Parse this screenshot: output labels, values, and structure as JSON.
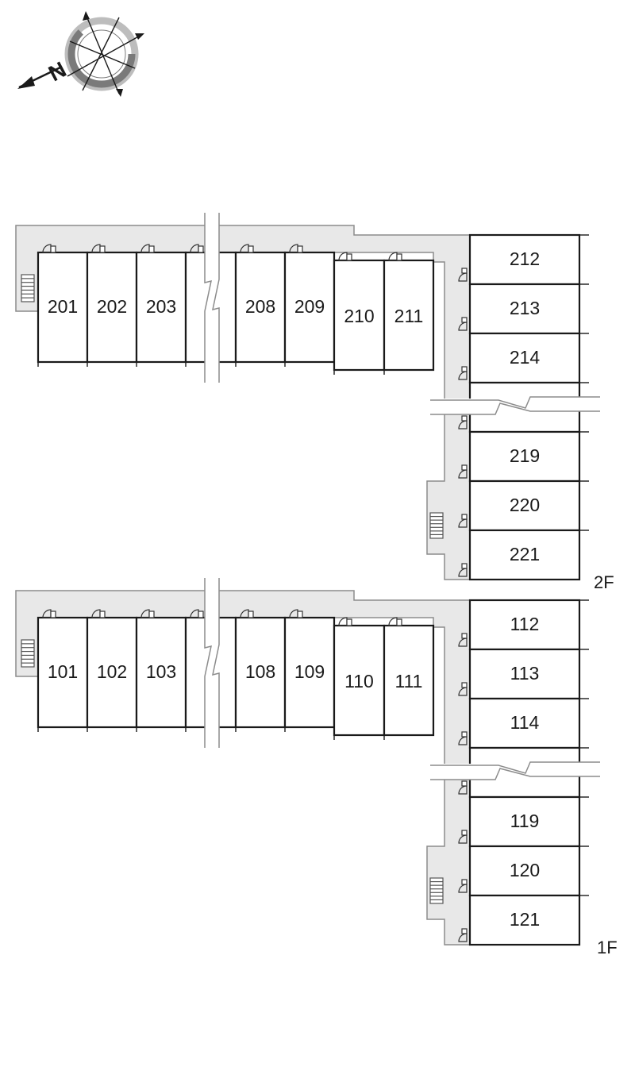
{
  "compass": {
    "north_letter": "N"
  },
  "floors": [
    {
      "id": "2F",
      "label": "2F",
      "top_row": [
        "201",
        "202",
        "203",
        "",
        "208",
        "209",
        "210",
        "211"
      ],
      "right_column": [
        "212",
        "213",
        "214",
        "",
        "219",
        "220",
        "221"
      ]
    },
    {
      "id": "1F",
      "label": "1F",
      "top_row": [
        "101",
        "102",
        "103",
        "",
        "108",
        "109",
        "110",
        "111"
      ],
      "right_column": [
        "112",
        "113",
        "114",
        "",
        "119",
        "120",
        "121"
      ]
    }
  ],
  "colors": {
    "corridor": "#e8e8e8",
    "walls": "#1a1a1a",
    "compass_ring": "#7a7a7a"
  }
}
